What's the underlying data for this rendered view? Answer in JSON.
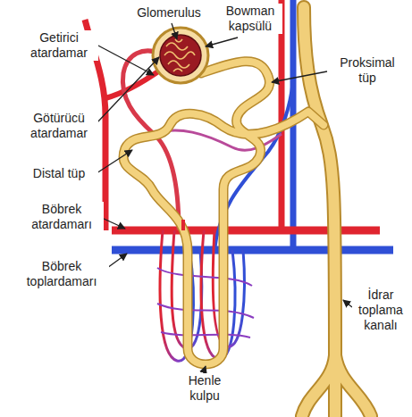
{
  "diagram": {
    "labels": [
      "Glomerulus",
      "Bowman kapsülü",
      "Getirici atardamar",
      "Proksimal tüp",
      "Götürücü atardamar",
      "Distal tüp",
      "Böbrek atardamarı",
      "Böbrek toplardamarı",
      "İdrar toplama kanalı",
      "Henle kulpu"
    ]
  }
}
